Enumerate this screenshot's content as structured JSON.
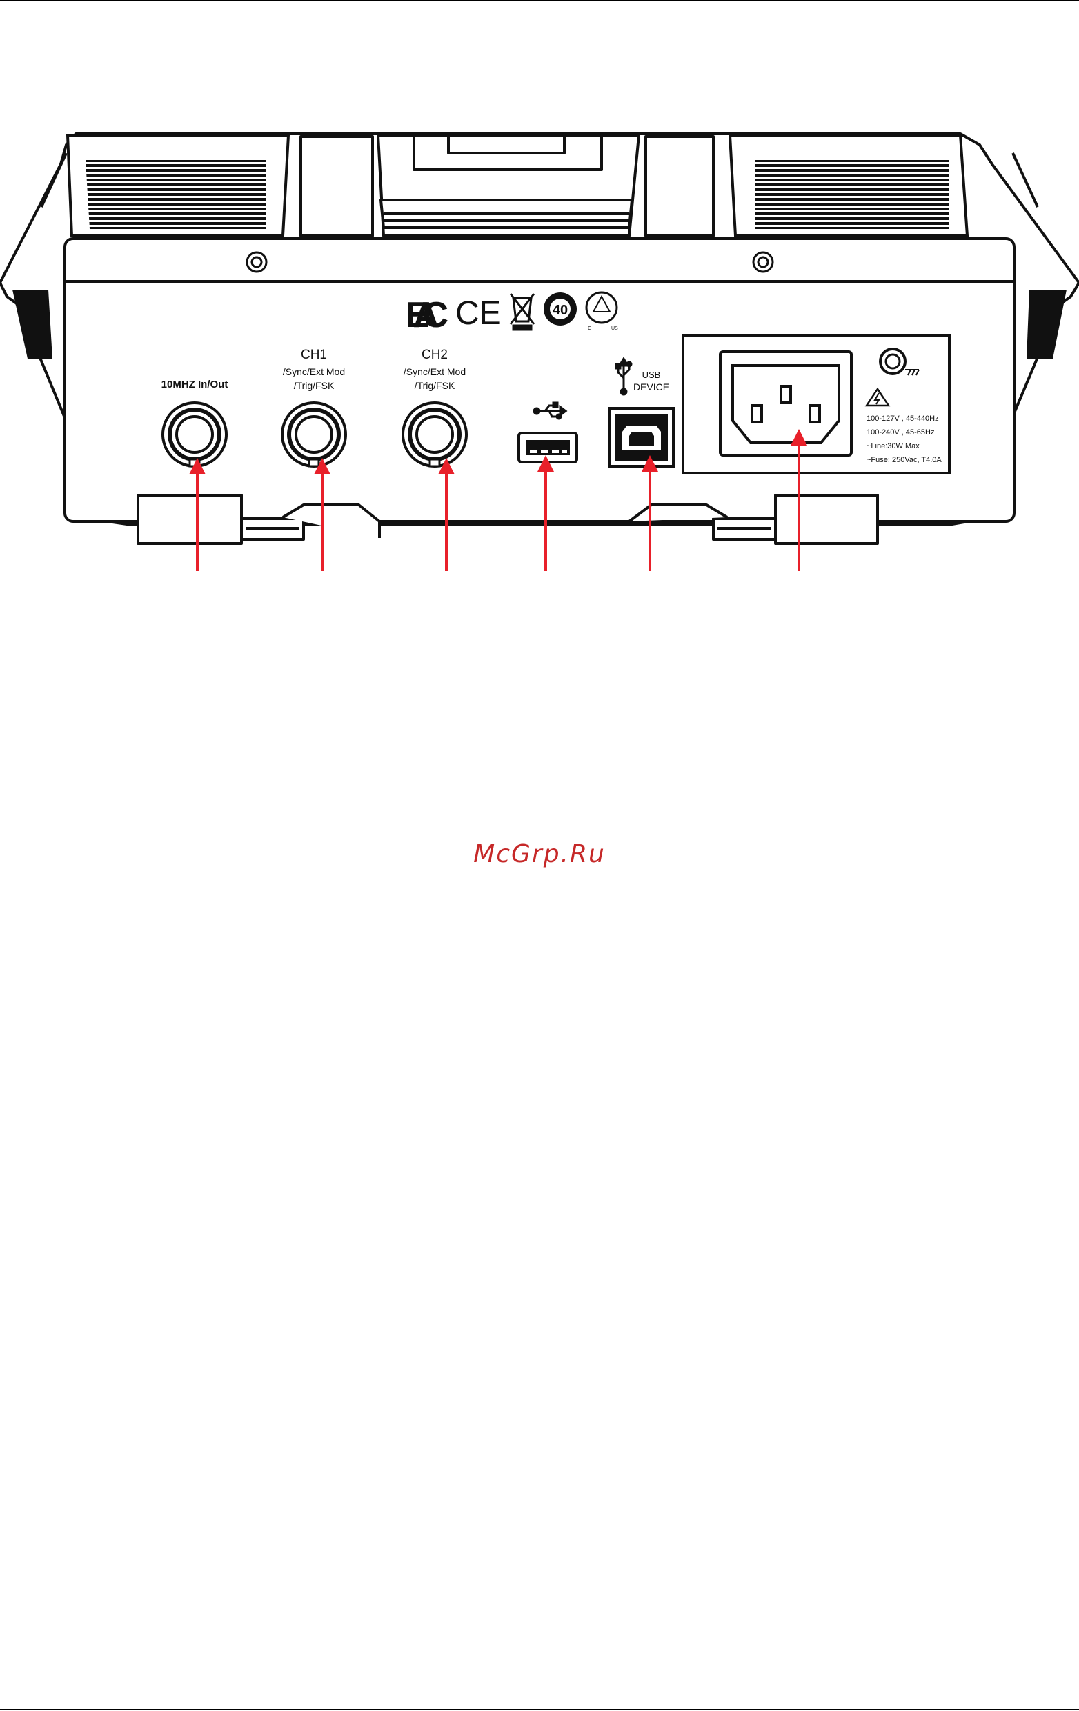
{
  "panel": {
    "labels": {
      "ref_clock": "10MHZ  In/Out",
      "ch1_title": "CH1",
      "ch1_line1": "/Sync/Ext Mod",
      "ch1_line2": "/Trig/FSK",
      "ch2_title": "CH2",
      "ch2_line1": "/Sync/Ext Mod",
      "ch2_line2": "/Trig/FSK",
      "usb_device_line1": "USB",
      "usb_device_line2": "DEVICE"
    },
    "certification_marks": [
      "EAC",
      "CE",
      "WEEE",
      "40",
      "TUV"
    ],
    "power_rating": {
      "line1": "100-127V , 45-440Hz",
      "line2": "100-240V , 45-65Hz",
      "line3": "~Line:30W Max",
      "line4": "~Fuse: 250Vac, T4.0A"
    },
    "tuv_small": [
      "C",
      "US"
    ]
  },
  "watermark": "McGrp.Ru",
  "colors": {
    "arrow": "#e8202a",
    "watermark": "#c62828",
    "line": "#111111"
  }
}
